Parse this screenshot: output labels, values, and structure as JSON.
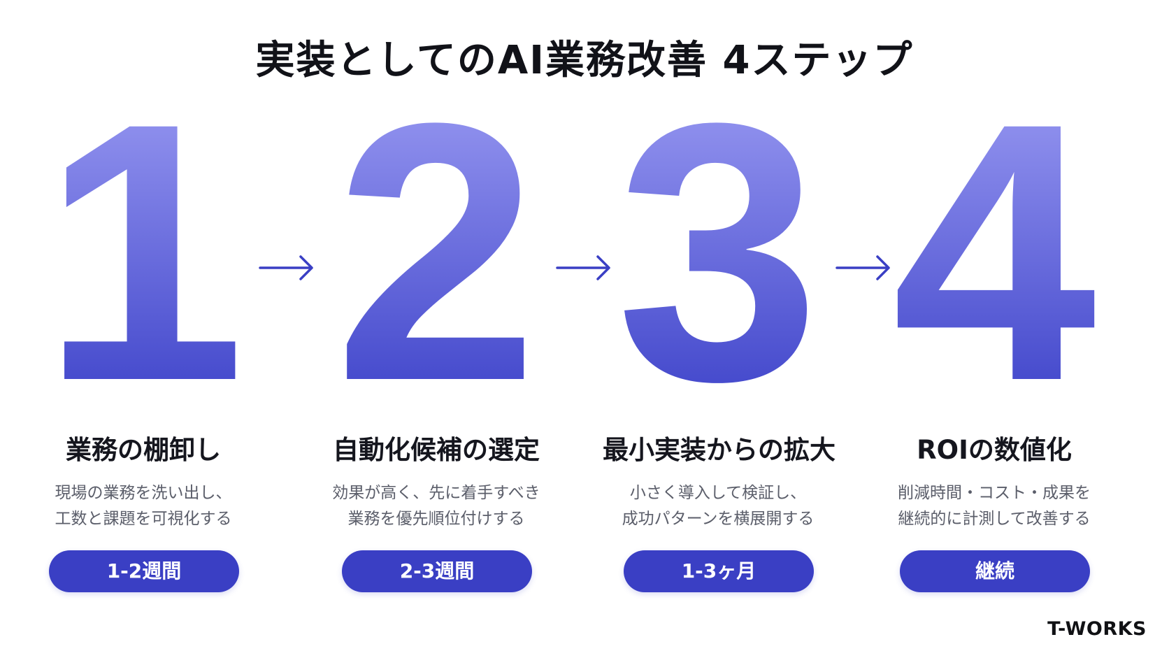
{
  "title": "実装としてのAI業務改善 4ステップ",
  "colors": {
    "numeral_top": "#a2a2f6",
    "numeral_bottom": "#3238c4",
    "pill": "#3a3fc4",
    "arrow": "#3a3fc4"
  },
  "steps": [
    {
      "number": "1",
      "title": "業務の棚卸し",
      "description": [
        "現場の業務を洗い出し、",
        "工数と課題を可視化する"
      ],
      "duration": "1-2週間"
    },
    {
      "number": "2",
      "title": "自動化候補の選定",
      "description": [
        "効果が高く、先に着手すべき",
        "業務を優先順位付けする"
      ],
      "duration": "2-3週間"
    },
    {
      "number": "3",
      "title": "最小実装からの拡大",
      "description": [
        "小さく導入して検証し、",
        "成功パターンを横展開する"
      ],
      "duration": "1-3ヶ月"
    },
    {
      "number": "4",
      "title": "ROIの数値化",
      "description": [
        "削減時間・コスト・成果を",
        "継続的に計測して改善する"
      ],
      "duration": "継続"
    }
  ],
  "arrows": [
    "arrow-icon",
    "arrow-icon",
    "arrow-icon"
  ],
  "brand": "T-WORKS"
}
